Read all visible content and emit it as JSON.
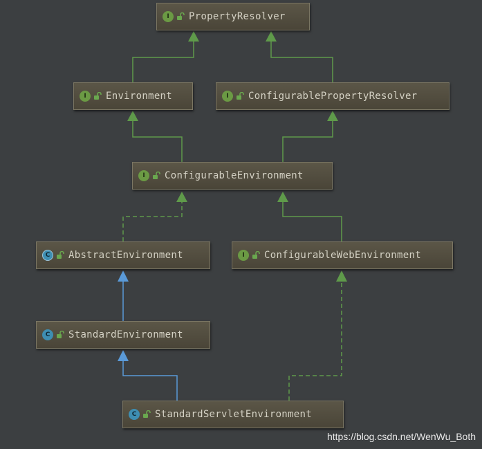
{
  "nodes": {
    "property_resolver": {
      "kind": "I",
      "name": "PropertyResolver"
    },
    "environment": {
      "kind": "I",
      "name": "Environment"
    },
    "configurable_property_resolver": {
      "kind": "I",
      "name": "ConfigurablePropertyResolver"
    },
    "configurable_environment": {
      "kind": "I",
      "name": "ConfigurableEnvironment"
    },
    "abstract_environment": {
      "kind": "C",
      "name": "AbstractEnvironment"
    },
    "configurable_web_environment": {
      "kind": "I",
      "name": "ConfigurableWebEnvironment"
    },
    "standard_environment": {
      "kind": "C",
      "name": "StandardEnvironment"
    },
    "standard_servlet_environment": {
      "kind": "C",
      "name": "StandardServletEnvironment"
    }
  },
  "edges": [
    {
      "from": "environment",
      "to": "property_resolver",
      "type": "extends"
    },
    {
      "from": "configurable_property_resolver",
      "to": "property_resolver",
      "type": "extends"
    },
    {
      "from": "configurable_environment",
      "to": "environment",
      "type": "extends"
    },
    {
      "from": "configurable_environment",
      "to": "configurable_property_resolver",
      "type": "extends"
    },
    {
      "from": "abstract_environment",
      "to": "configurable_environment",
      "type": "implements"
    },
    {
      "from": "configurable_web_environment",
      "to": "configurable_environment",
      "type": "extends"
    },
    {
      "from": "standard_environment",
      "to": "abstract_environment",
      "type": "class-extends"
    },
    {
      "from": "standard_servlet_environment",
      "to": "standard_environment",
      "type": "class-extends"
    },
    {
      "from": "standard_servlet_environment",
      "to": "configurable_web_environment",
      "type": "implements"
    }
  ],
  "colors": {
    "background": "#3c3f41",
    "interface_extends": "#5f9a4a",
    "class_extends": "#5a9ad8",
    "interface_icon": "#6b9a44",
    "class_icon": "#3e8eb2"
  },
  "watermark": "https://blog.csdn.net/WenWu_Both"
}
